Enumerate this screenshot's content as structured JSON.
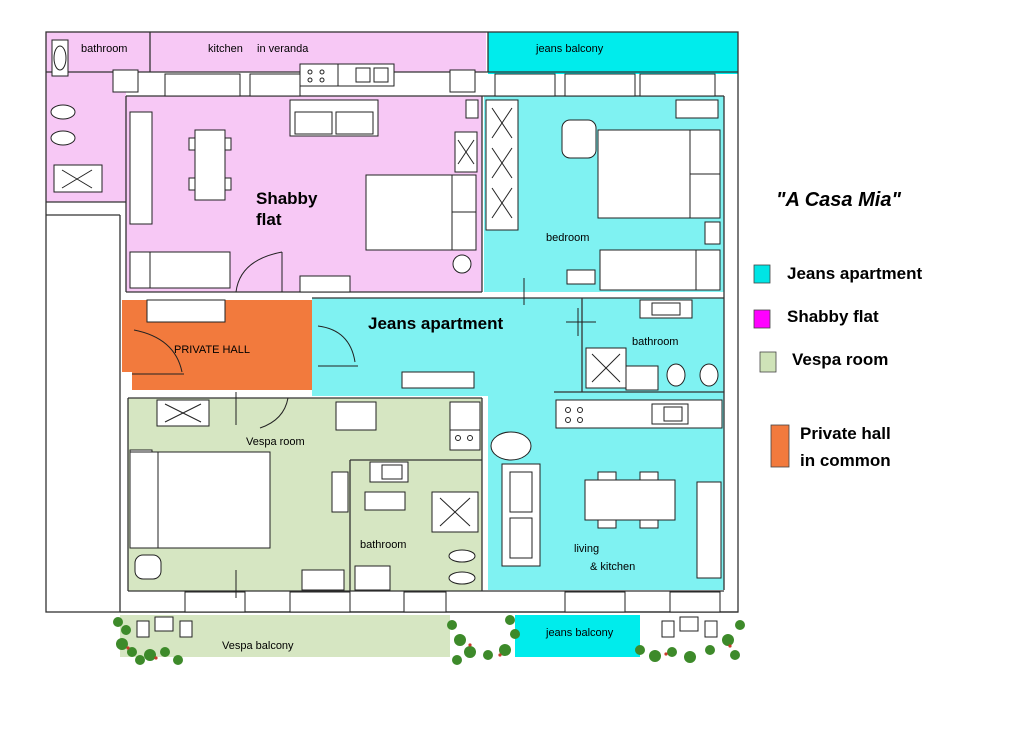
{
  "title": "\"A Casa Mia\"",
  "colors": {
    "jeans": "#7ff2f2",
    "shabby": "#f7c8f5",
    "vespa": "#d6e6c2",
    "private_hall": "#f27a3d",
    "legend_shabby": "#ff00ff",
    "plants": "#4a8a2a"
  },
  "legend": [
    {
      "label": "Jeans apartment",
      "color": "#00e5e5"
    },
    {
      "label": "Shabby flat",
      "color": "#ff00ff"
    },
    {
      "label": "Vespa room",
      "color": "#cfe3b8"
    },
    {
      "label_line1": "Private hall",
      "label_line2": "in common",
      "color": "#f27a3d"
    }
  ],
  "rooms": {
    "bathroom_top": "bathroom",
    "kitchen": "kitchen",
    "in_veranda": "in veranda",
    "jeans_balcony_top": "jeans balcony",
    "shabby_line1": "Shabby",
    "shabby_line2": "flat",
    "bedroom": "bedroom",
    "jeans_apartment": "Jeans apartment",
    "private_hall": "PRIVATE HALL",
    "bathroom_right": "bathroom",
    "vespa_room": "Vespa room",
    "bathroom_bottom": "bathroom",
    "living_line1": "living",
    "living_line2": "& kitchen",
    "vespa_balcony": "Vespa balcony",
    "jeans_balcony_bottom": "jeans balcony"
  }
}
